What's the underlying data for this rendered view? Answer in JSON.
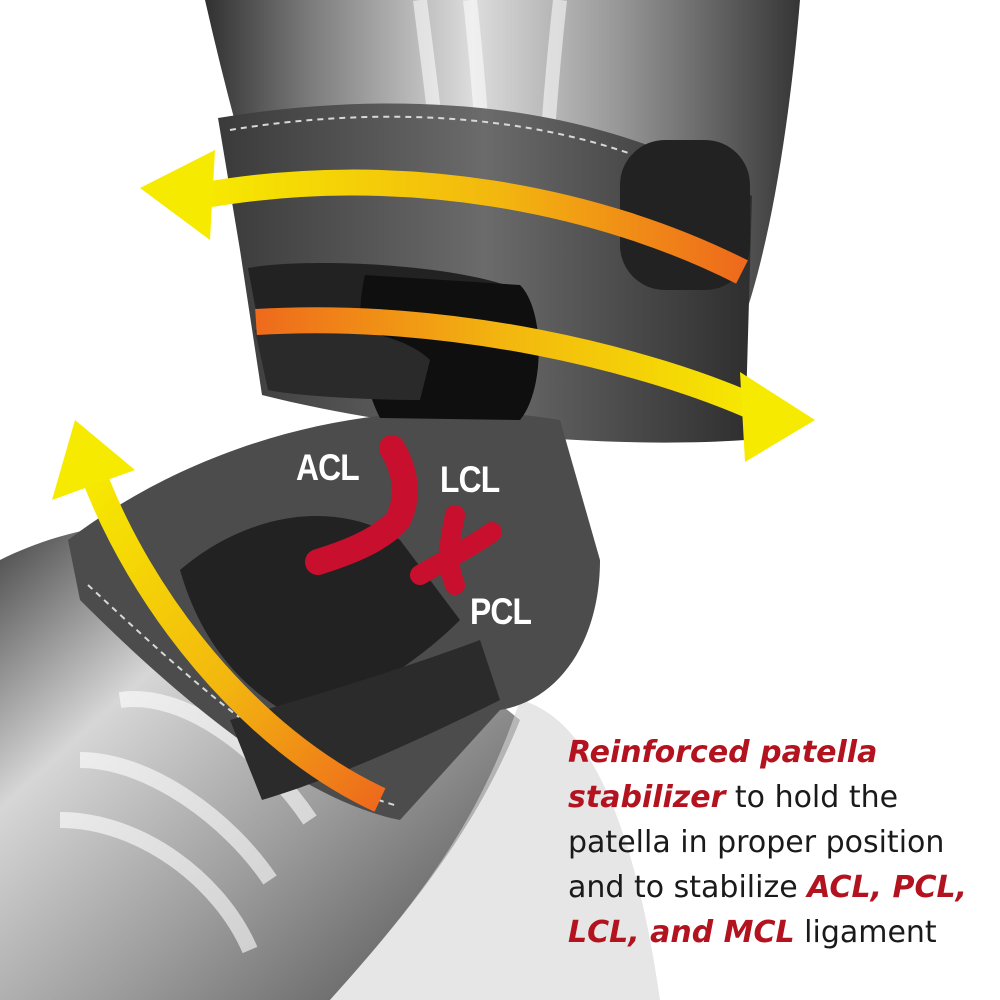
{
  "labels": {
    "acl": "ACL",
    "lcl": "LCL",
    "pcl": "PCL"
  },
  "caption": {
    "line1_em": "Reinforced patella",
    "line2_em": "stabilizer",
    "line2_text": " to hold the",
    "line3_text": "patella in proper position",
    "line4_text": "and to stabilize ",
    "line4_em": "ACL, PCL,",
    "line5_em": "LCL, and MCL",
    "line5_text": " ligament"
  },
  "colors": {
    "emphasis": "#b3121f",
    "ligament": "#c8102e",
    "arrow_start": "#f3e100",
    "arrow_end": "#ef6a1e",
    "brace_dark": "#2b2b2b",
    "brace_mid": "#5e5e5e",
    "background": "#ffffff"
  },
  "icons": [
    "compression-arrow-icon",
    "ligament-icon"
  ]
}
